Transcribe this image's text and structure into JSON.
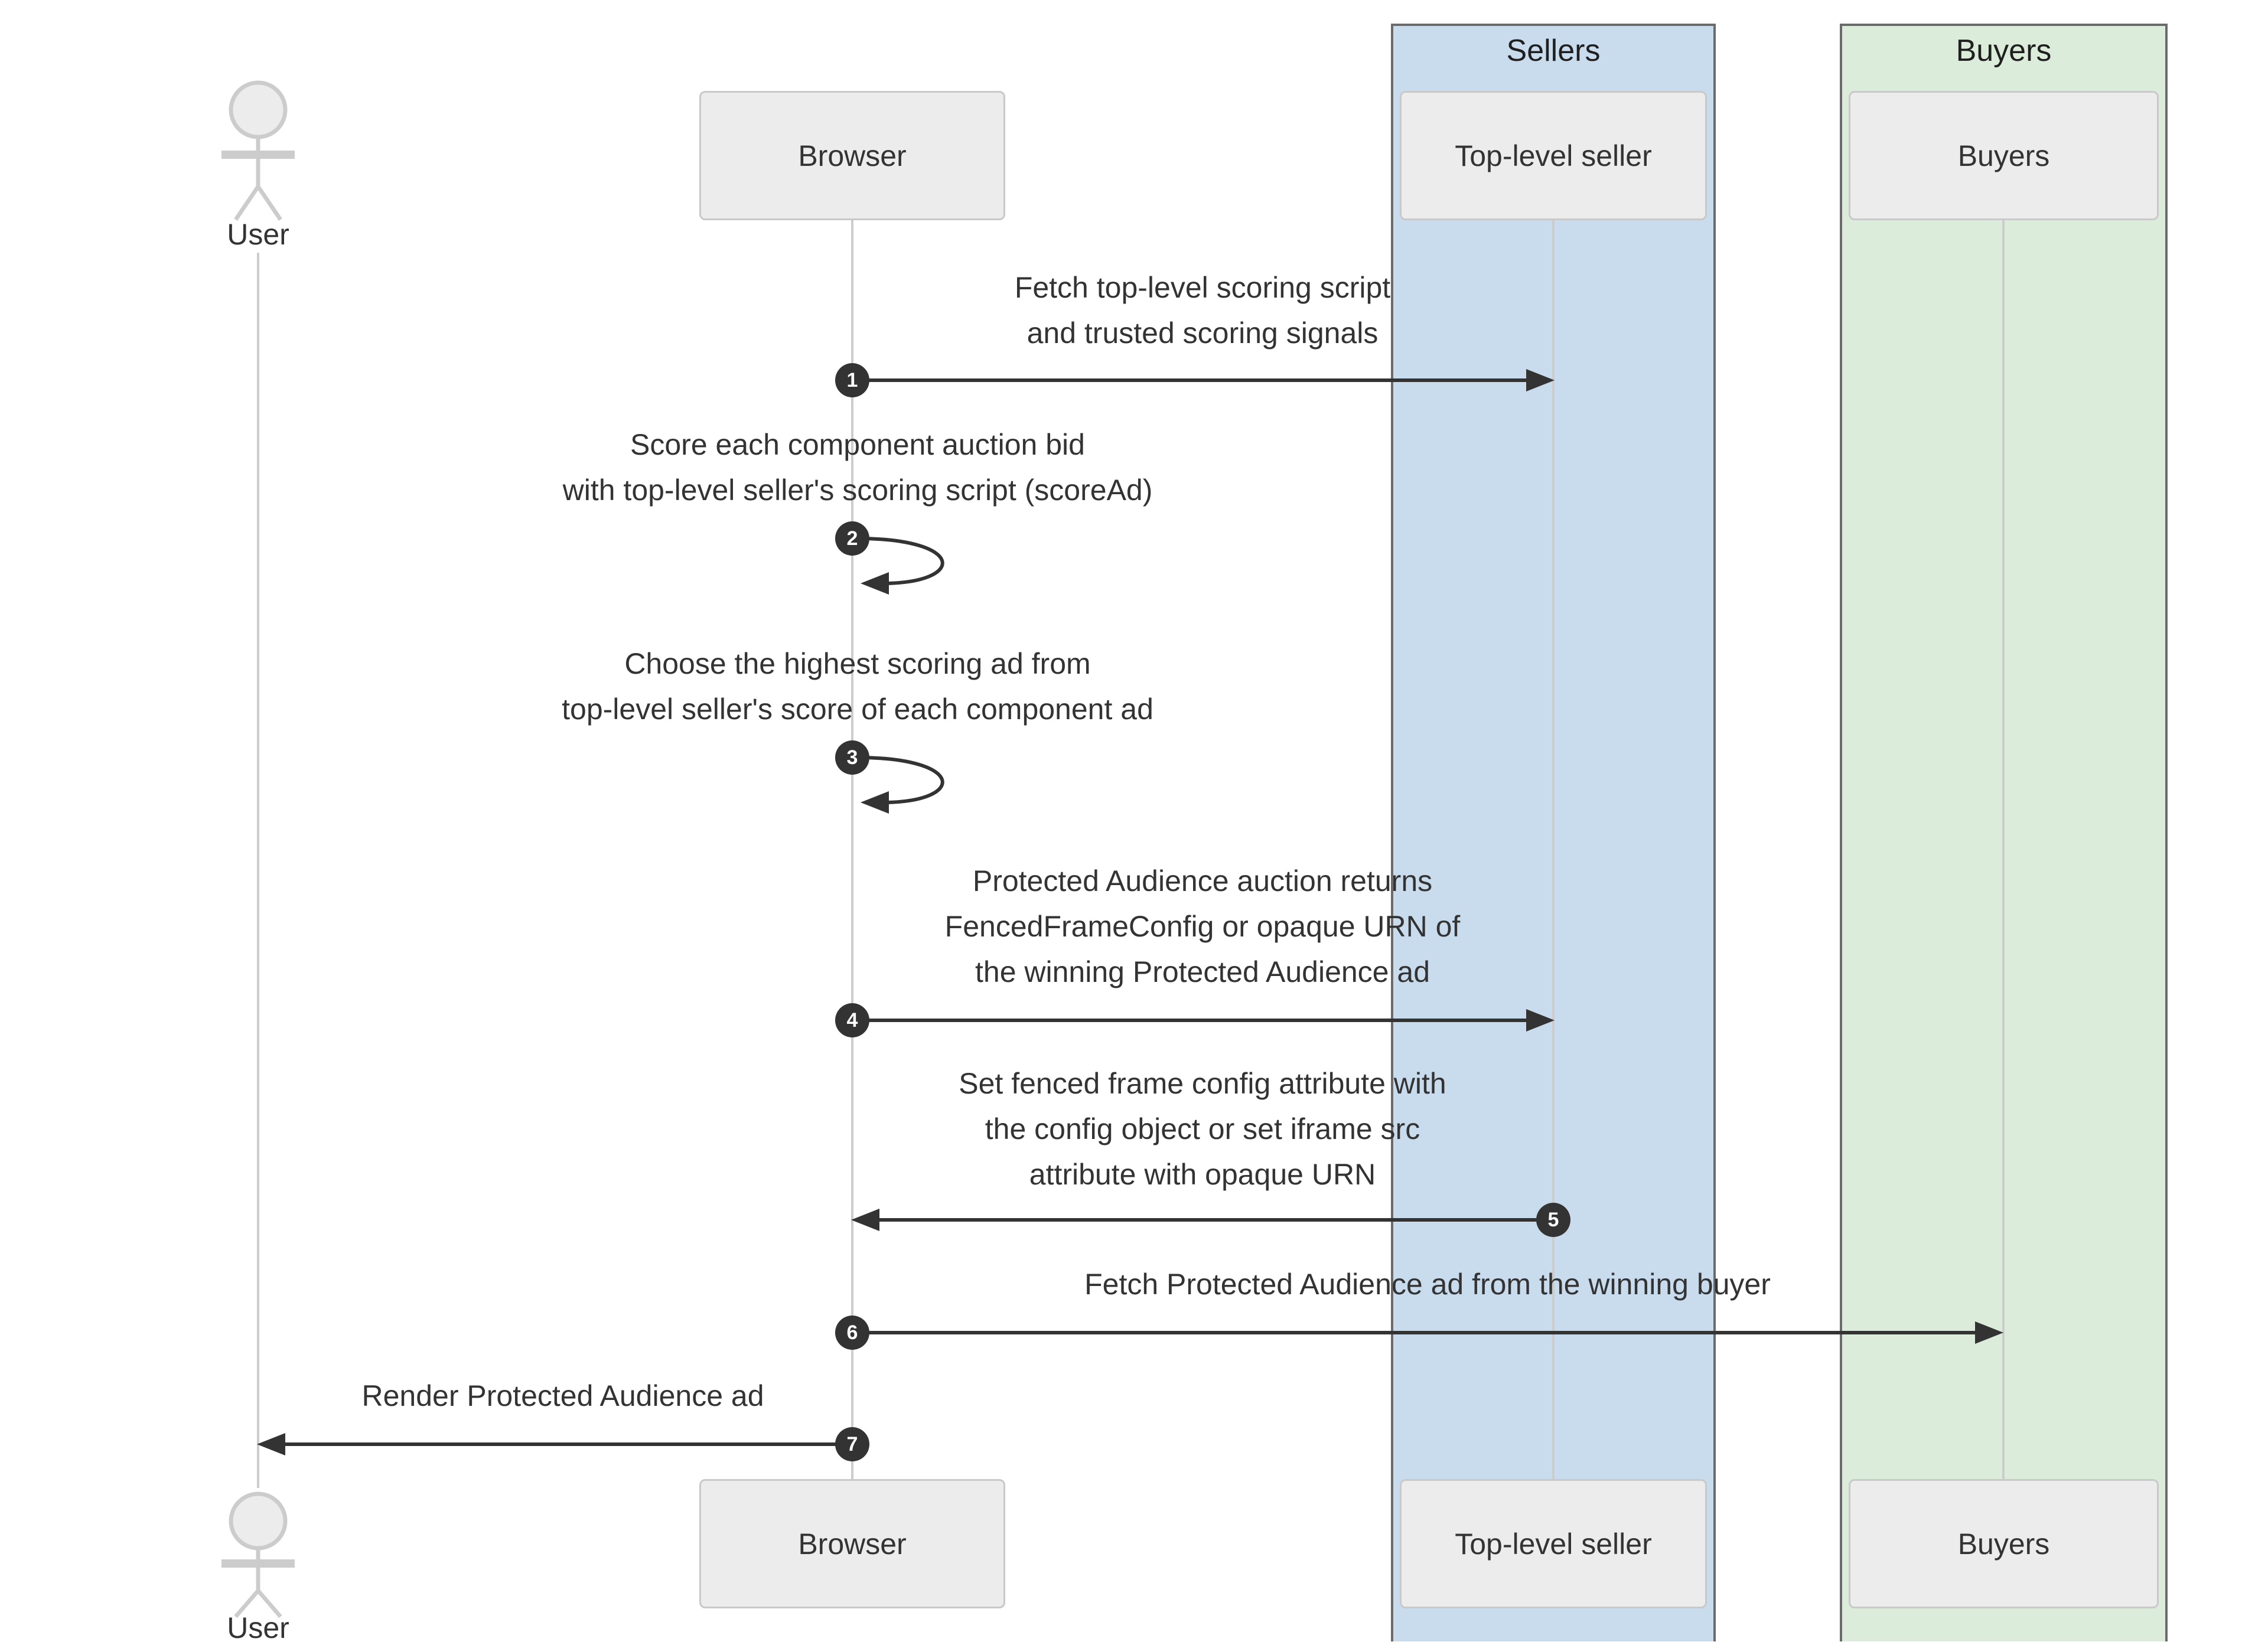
{
  "diagram_type": "sequence-diagram",
  "groups": {
    "sellers": {
      "label": "Sellers",
      "fill": "#c9dcee",
      "border": "#6b6b6b"
    },
    "buyers": {
      "label": "Buyers",
      "fill": "#dcecdb",
      "border": "#6b6b6b"
    }
  },
  "participants": {
    "user": {
      "label": "User",
      "type": "actor"
    },
    "browser": {
      "label": "Browser",
      "type": "participant"
    },
    "top_level_seller": {
      "label": "Top-level seller",
      "type": "participant",
      "group": "Sellers"
    },
    "buyers": {
      "label": "Buyers",
      "type": "participant",
      "group": "Buyers"
    }
  },
  "messages": [
    {
      "number": "1",
      "from": "Browser",
      "to": "Top-level seller",
      "lines": [
        "Fetch top-level scoring script",
        "and trusted scoring signals"
      ]
    },
    {
      "number": "2",
      "from": "Browser",
      "to": "Browser",
      "lines": [
        "Score each component auction bid",
        "with top-level seller's scoring script (scoreAd)"
      ]
    },
    {
      "number": "3",
      "from": "Browser",
      "to": "Browser",
      "lines": [
        "Choose the highest scoring ad from",
        "top-level seller's score of each component ad"
      ]
    },
    {
      "number": "4",
      "from": "Browser",
      "to": "Top-level seller",
      "lines": [
        "Protected Audience auction returns",
        "FencedFrameConfig or opaque URN of",
        "the winning Protected Audience ad"
      ]
    },
    {
      "number": "5",
      "from": "Top-level seller",
      "to": "Browser",
      "lines": [
        "Set fenced frame config attribute with",
        "the config object or set iframe src",
        "attribute with opaque URN"
      ]
    },
    {
      "number": "6",
      "from": "Browser",
      "to": "Buyers",
      "lines": [
        "Fetch Protected Audience ad from the winning buyer"
      ]
    },
    {
      "number": "7",
      "from": "Browser",
      "to": "User",
      "lines": [
        "Render Protected Audience ad"
      ]
    }
  ],
  "colors": {
    "background": "#ffffff",
    "box_fill": "#ececec",
    "box_border": "#c9c9c9",
    "lifeline": "#cccccc",
    "arrow": "#333333",
    "badge_fill": "#333333",
    "badge_text": "#ffffff",
    "text": "#333333"
  }
}
